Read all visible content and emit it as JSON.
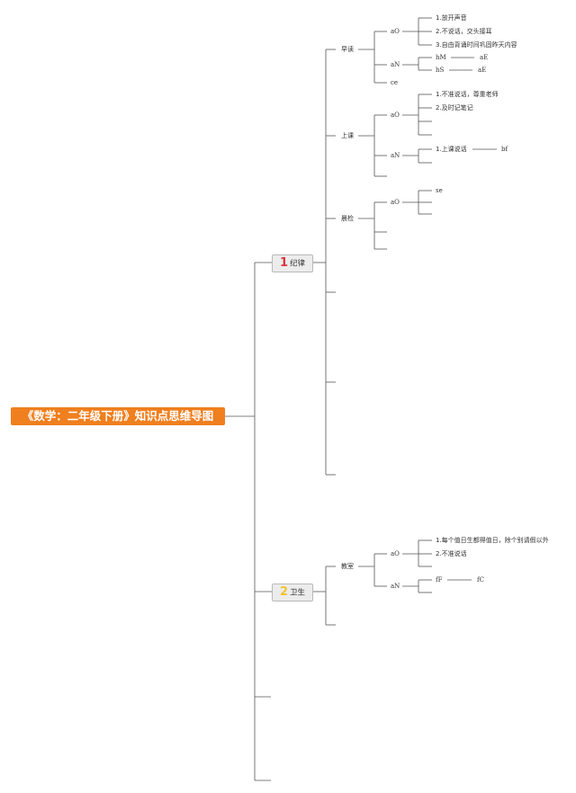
{
  "root": {
    "title": "《数学：二年级下册》知识点思维导图",
    "color": "#f07f1e"
  },
  "topics": [
    {
      "number": "1",
      "label": "纪律",
      "number_color": "#d9363e"
    },
    {
      "number": "2",
      "label": "卫生",
      "number_color": "#f2c230"
    }
  ],
  "discipline": {
    "zaodu": {
      "label": "早读",
      "ao": {
        "label": "aO",
        "items": [
          "1.放开声音",
          "2.不说话，交头接耳",
          "3.自由背诵时间巩固昨天内容"
        ]
      },
      "an": {
        "label": "aN",
        "row1": [
          "hM",
          "aE"
        ],
        "row2": [
          "hS",
          "aE"
        ]
      },
      "ce": "ce"
    },
    "shangke": {
      "label": "上课",
      "ao": {
        "label": "aO",
        "items": [
          "1.不准说话，尊重老师",
          "2.及时记笔记"
        ]
      },
      "an": {
        "label": "aN",
        "item": "1.上课说话",
        "item_tag": "bf"
      }
    },
    "chenjian": {
      "label": "晨检",
      "ao": {
        "label": "aO",
        "item": "se"
      }
    }
  },
  "hygiene": {
    "jiaoshi": {
      "label": "教室",
      "ao": {
        "label": "aO",
        "items": [
          "1.每个值日生都得值日，除个别请假以外",
          "2.不准说话"
        ]
      },
      "an": {
        "label": "aN",
        "row": [
          "fF",
          "fC"
        ]
      }
    }
  }
}
